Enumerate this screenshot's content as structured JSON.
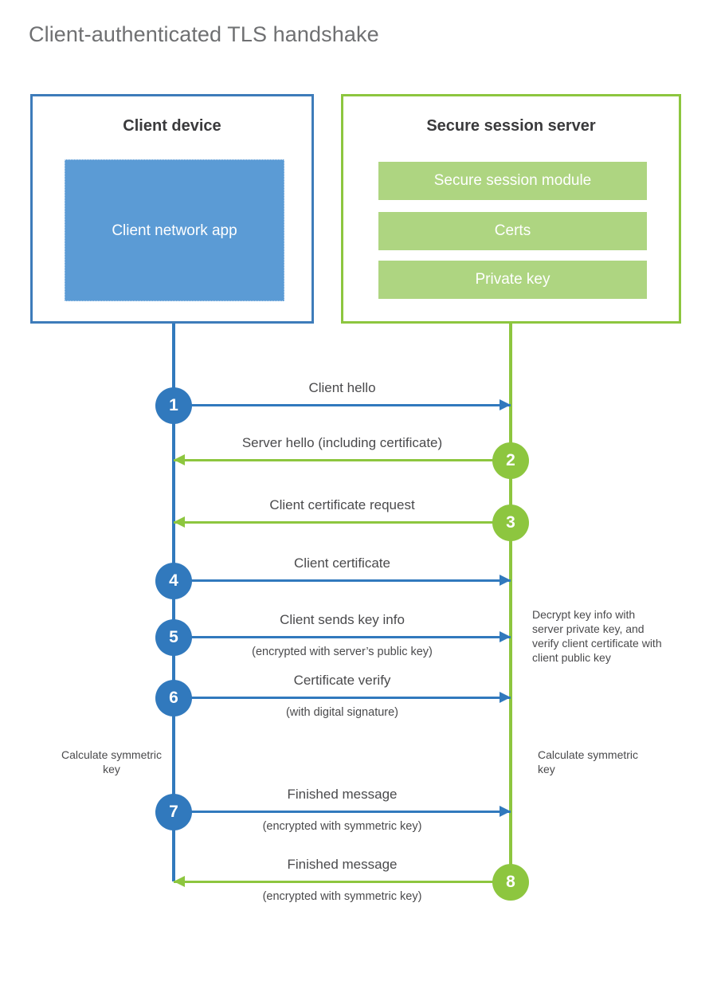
{
  "title": "Client-authenticated TLS handshake",
  "participants": {
    "client": {
      "title": "Client device",
      "app_label": "Client network app",
      "border_color": "#3e7cba",
      "app_fill": "#5b9bd5"
    },
    "server": {
      "title": "Secure session server",
      "border_color": "#8dc63f",
      "bar_fill": "#aed581",
      "modules": [
        "Secure session module",
        "Certs",
        "Private key"
      ]
    }
  },
  "colors": {
    "client_accent": "#3179bd",
    "server_accent": "#8dc63f",
    "title_gray": "#6f7072",
    "body_text": "#4a4a4c"
  },
  "messages": [
    {
      "step": "1",
      "label": "Client hello",
      "sublabel": "",
      "direction": "client-to-server",
      "color": "#3179bd"
    },
    {
      "step": "2",
      "label": "Server hello (including certificate)",
      "sublabel": "",
      "direction": "server-to-client",
      "color": "#8dc63f"
    },
    {
      "step": "3",
      "label": "Client certificate request",
      "sublabel": "",
      "direction": "server-to-client",
      "color": "#8dc63f"
    },
    {
      "step": "4",
      "label": "Client certificate",
      "sublabel": "",
      "direction": "client-to-server",
      "color": "#3179bd"
    },
    {
      "step": "5",
      "label": "Client sends key info",
      "sublabel": "(encrypted with server’s public key)",
      "direction": "client-to-server",
      "color": "#3179bd"
    },
    {
      "step": "6",
      "label": "Certificate verify",
      "sublabel": "(with digital signature)",
      "direction": "client-to-server",
      "color": "#3179bd"
    },
    {
      "step": "7",
      "label": "Finished message",
      "sublabel": "(encrypted with symmetric key)",
      "direction": "client-to-server",
      "color": "#3179bd"
    },
    {
      "step": "8",
      "label": "Finished message",
      "sublabel": "(encrypted with symmetric key)",
      "direction": "server-to-client",
      "color": "#8dc63f"
    }
  ],
  "annotations": {
    "server_decrypt": "Decrypt key info with server private key, and verify client certificate with client public key",
    "client_symmetric_key": "Calculate symmetric key",
    "server_symmetric_key": "Calculate symmetric key"
  }
}
